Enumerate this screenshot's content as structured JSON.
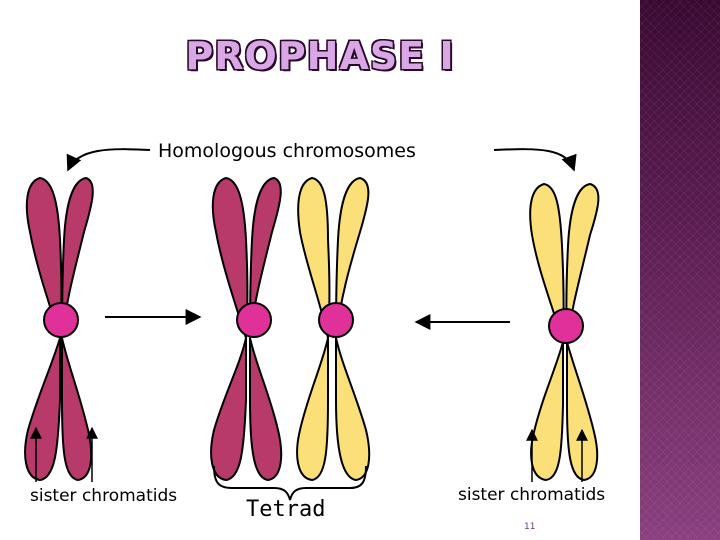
{
  "slide": {
    "title": "PROPHASE I",
    "labels": {
      "homologous": "Homologous chromosomes",
      "sister_left": "sister chromatids",
      "tetrad": "Tetrad",
      "sister_right": "sister chromatids"
    },
    "page_number": "11"
  },
  "colors": {
    "maroon_chromatid": "#b83a6a",
    "yellow_chromatid": "#fbe07a",
    "centromere": "#e0309a",
    "outline": "#000000",
    "title_fill": "#d9a6e6",
    "sidebar": "#5a1c50"
  }
}
